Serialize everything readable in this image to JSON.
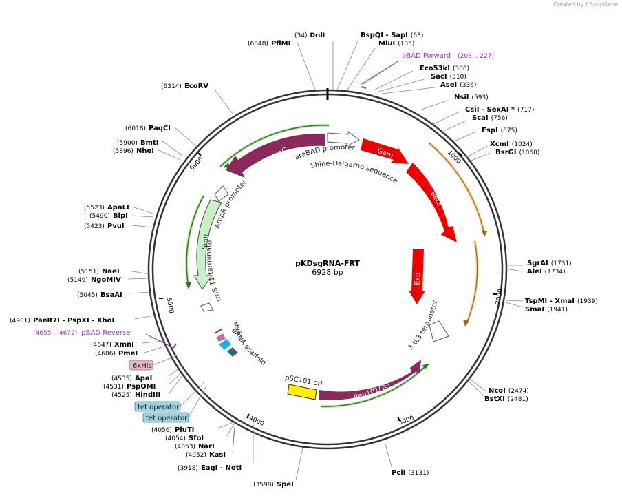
{
  "brand": {
    "created_by": "Created by",
    "name": "SnapGene"
  },
  "plasmid": {
    "name": "pKDsgRNA-FRT",
    "length_label": "6928 bp",
    "length": 6928
  },
  "scale_ticks": [
    {
      "bp": 1000,
      "label": "1000"
    },
    {
      "bp": 2000,
      "label": "2000"
    },
    {
      "bp": 3000,
      "label": "3000"
    },
    {
      "bp": 4000,
      "label": "4000"
    },
    {
      "bp": 5000,
      "label": "5000"
    },
    {
      "bp": 6000,
      "label": "6000"
    }
  ],
  "enzymes": [
    {
      "name": "DrdI",
      "pos": "(34)",
      "bp": 34
    },
    {
      "name": "BspQI - SapI",
      "pos": "(63)",
      "bp": 63
    },
    {
      "name": "MluI",
      "pos": "(135)",
      "bp": 135
    },
    {
      "name": "Eco53kI",
      "pos": "(308)",
      "bp": 308
    },
    {
      "name": "SacI",
      "pos": "(310)",
      "bp": 310
    },
    {
      "name": "AseI",
      "pos": "(336)",
      "bp": 336
    },
    {
      "name": "NsiI",
      "pos": "(593)",
      "bp": 593
    },
    {
      "name": "CsiI - SexAI *",
      "pos": "(717)",
      "bp": 717
    },
    {
      "name": "ScaI",
      "pos": "(756)",
      "bp": 756
    },
    {
      "name": "FspI",
      "pos": "(875)",
      "bp": 875
    },
    {
      "name": "XcmI",
      "pos": "(1024)",
      "bp": 1024
    },
    {
      "name": "BsrGI",
      "pos": "(1060)",
      "bp": 1060
    },
    {
      "name": "SgrAI",
      "pos": "(1731)",
      "bp": 1731
    },
    {
      "name": "AleI",
      "pos": "(1734)",
      "bp": 1734
    },
    {
      "name": "TspMI - XmaI",
      "pos": "(1939)",
      "bp": 1939
    },
    {
      "name": "SmaI",
      "pos": "(1941)",
      "bp": 1941
    },
    {
      "name": "NcoI",
      "pos": "(2474)",
      "bp": 2474
    },
    {
      "name": "BstXI",
      "pos": "(2481)",
      "bp": 2481
    },
    {
      "name": "PciI",
      "pos": "(3131)",
      "bp": 3131
    },
    {
      "name": "SpeI",
      "pos": "(3598)",
      "bp": 3598
    },
    {
      "name": "EagI - NotI",
      "pos": "(3918)",
      "bp": 3918
    },
    {
      "name": "KasI",
      "pos": "(4052)",
      "bp": 4052
    },
    {
      "name": "NarI",
      "pos": "(4053)",
      "bp": 4053
    },
    {
      "name": "SfoI",
      "pos": "(4054)",
      "bp": 4054
    },
    {
      "name": "PluTI",
      "pos": "(4056)",
      "bp": 4056
    },
    {
      "name": "HindIII",
      "pos": "(4525)",
      "bp": 4525
    },
    {
      "name": "PspOMI",
      "pos": "(4531)",
      "bp": 4531
    },
    {
      "name": "ApaI",
      "pos": "(4535)",
      "bp": 4535
    },
    {
      "name": "PmeI",
      "pos": "(4606)",
      "bp": 4606
    },
    {
      "name": "XmnI",
      "pos": "(4647)",
      "bp": 4647
    },
    {
      "name": "PaeR7I - PspXI - XhoI",
      "pos": "(4901)",
      "bp": 4901
    },
    {
      "name": "BsaAI",
      "pos": "(5045)",
      "bp": 5045
    },
    {
      "name": "NgoMIV",
      "pos": "(5149)",
      "bp": 5149
    },
    {
      "name": "NaeI",
      "pos": "(5151)",
      "bp": 5151
    },
    {
      "name": "PvuI",
      "pos": "(5423)",
      "bp": 5423
    },
    {
      "name": "BlpI",
      "pos": "(5490)",
      "bp": 5490
    },
    {
      "name": "ApaLI",
      "pos": "(5523)",
      "bp": 5523
    },
    {
      "name": "NheI",
      "pos": "(5896)",
      "bp": 5896
    },
    {
      "name": "BmtI",
      "pos": "(5900)",
      "bp": 5900
    },
    {
      "name": "PaqCI",
      "pos": "(6018)",
      "bp": 6018
    },
    {
      "name": "EcoRV",
      "pos": "(6314)",
      "bp": 6314
    },
    {
      "name": "PflMI",
      "pos": "(6848)",
      "bp": 6848
    }
  ],
  "primers": [
    {
      "name": "pBAD Forward",
      "pos": "(208 .. 227)",
      "bp": 217
    },
    {
      "name": "pBAD Reverse",
      "pos": "(4655 .. 4672)",
      "bp": 4664
    }
  ],
  "tags": [
    {
      "name": "6xHis"
    },
    {
      "name": "tet operator"
    },
    {
      "name": "tet operator"
    }
  ],
  "features": [
    {
      "name": "araC",
      "label_inside": true
    },
    {
      "name": "araBAD promoter"
    },
    {
      "name": "Shine-Dalgarno sequence"
    },
    {
      "name": "Gam",
      "label_inside": true
    },
    {
      "name": "Beta",
      "label_inside": true
    },
    {
      "name": "Exo",
      "label_inside": true
    },
    {
      "name": "λ tL3 terminator"
    },
    {
      "name": "Rep101(Ts)",
      "label_inside": true
    },
    {
      "name": "pSC101 ori"
    },
    {
      "name": "gRNA scaffold"
    },
    {
      "name": "Myc"
    },
    {
      "name": "rrnB T1 terminator"
    },
    {
      "name": "AmpR promoter"
    },
    {
      "name": "SmR",
      "label_inside": true
    }
  ],
  "colors": {
    "backbone": "#333333",
    "cds_red": "#ee0000",
    "cds_purple": "#8b2a5a",
    "smr_green": "#c8f0c8",
    "ori_yellow": "#ffee00",
    "primer": "#9b30d0",
    "his_tag": "#e6b8c8",
    "tet_op": "#9fd2dd",
    "orf_green": "#6ab04c",
    "orf_orange": "#e8a13a"
  }
}
